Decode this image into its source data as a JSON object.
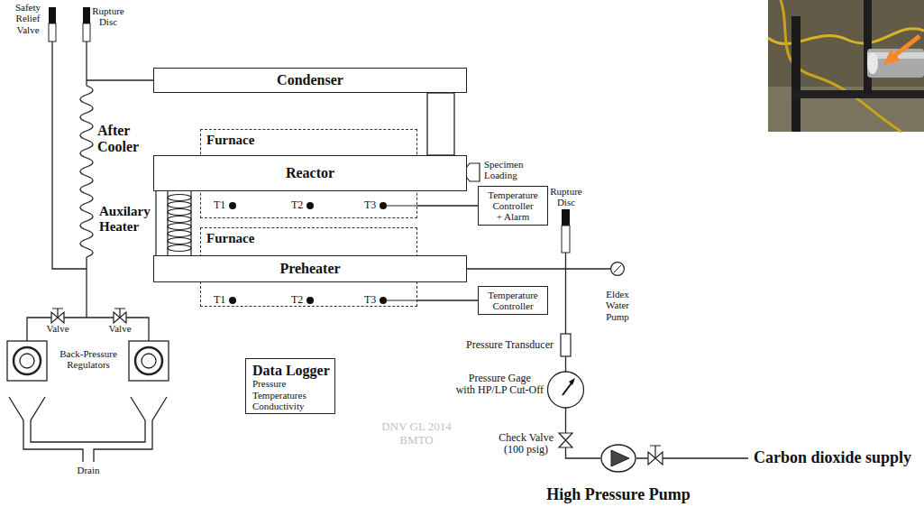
{
  "diagram": {
    "nodes": [
      {
        "text": [
          "Condenser"
        ]
      },
      {
        "text": [
          "Furnace"
        ]
      },
      {
        "text": [
          "Reactor"
        ]
      },
      {
        "text": [
          "Temperature Controller + Alarm"
        ]
      },
      {
        "text": [
          "Furnace"
        ]
      },
      {
        "text": [
          "Preheater"
        ]
      },
      {
        "text": [
          "Temperature Controller"
        ]
      },
      {
        "text": [
          "Data Logger",
          "Pressure Temperatures Conductivity"
        ]
      },
      {
        "text": [
          "Eldex Water Pump"
        ]
      },
      {
        "text": [
          "High Pressure Pump"
        ]
      }
    ],
    "edges": [
      {
        "from": 1,
        "to": 3,
        "arrow": "none"
      },
      {
        "from": 4,
        "to": 6,
        "arrow": "none"
      },
      {
        "from": 5,
        "to": 8,
        "arrow": "none"
      }
    ],
    "labels": [
      "Safety Relief Valve",
      "Rupture Disc",
      "After Cooler",
      "Auxilary Heater",
      "T1",
      "T2",
      "T3",
      "T1",
      "T2",
      "T3",
      "Specimen Loading",
      "Rupture Disc",
      "Pressure Transducer",
      "Pressure Gage with HP/LP Cut-Off",
      "Check Valve (100 psig)",
      "Carbon dioxide supply",
      "Valve",
      "Valve",
      "Back-Pressure Regulators",
      "Drain",
      "DNV GL 2014 BMTO"
    ]
  }
}
